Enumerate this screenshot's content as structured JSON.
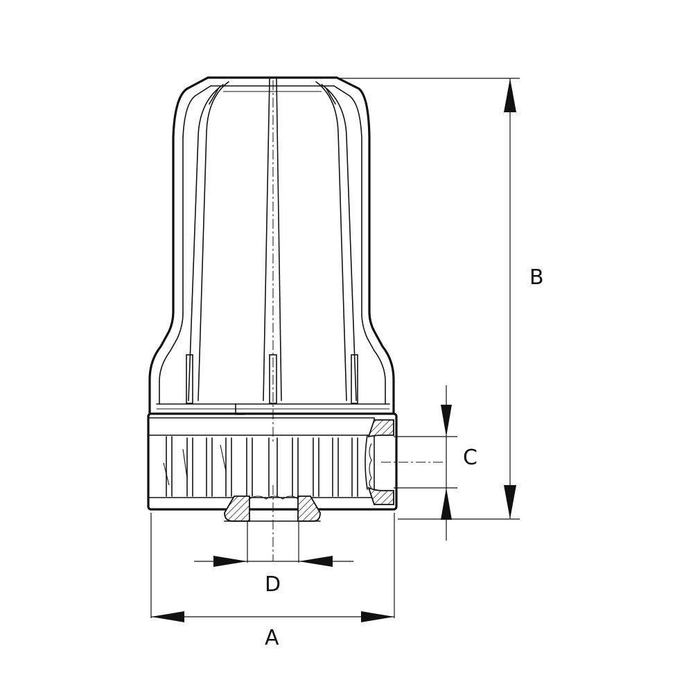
{
  "diagram": {
    "labels": {
      "A": "A",
      "B": "B",
      "C": "C",
      "D": "D"
    },
    "colors": {
      "line": "#111111",
      "background": "#ffffff"
    }
  }
}
